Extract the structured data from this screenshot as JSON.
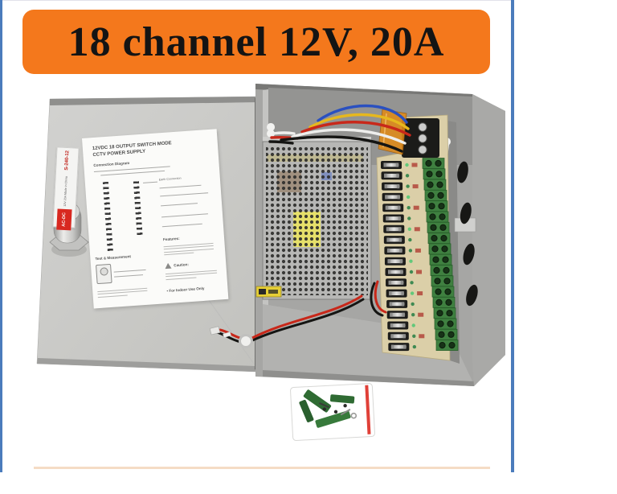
{
  "banner": {
    "text": "18 channel 12V, 20A"
  },
  "colors": {
    "banner_bg": "#f4781c",
    "banner_text": "#141414",
    "frame_blue": "#4b7cbc",
    "bottom_rule": "#f5dcc5",
    "lid_gray": "#cbcbc9",
    "lid_edge": "#8f8f8d",
    "box_mid": "#a6a6a4",
    "box_back": "#949492",
    "box_rim": "#787876",
    "hinge": "#70706e",
    "floor": "#b2b2b0",
    "psu_silver": "#b7b7b5",
    "psu_hole": "#30302e",
    "pcb_tan": "#dbcfa8",
    "terminal_green": "#3f8040",
    "fuse_black": "#1d1d1b",
    "led_green": "#62c87a",
    "diode_red": "#b85a4a",
    "wire_red": "#c8281a",
    "wire_black": "#151513",
    "wire_blue": "#2a50c0",
    "wire_yellow": "#e6b81e",
    "wire_white": "#eeeeec",
    "amber_cover": "#e08a18",
    "sticker_yellow": "#e6cf35",
    "bag_seal": "#e04038"
  },
  "instruction_sheet": {
    "title_line1": "12VDC 18 OUTPUT SWITCH MODE",
    "title_line2": "CCTV POWER SUPPLY",
    "connection_heading": "Connection Diagram",
    "diagram_label": "Earth Connection",
    "test_heading": "Test & Measurement",
    "features_heading": "Features:",
    "caution_heading": "Caution:",
    "indoor_note": "For Indoor Use Only"
  },
  "side_label": {
    "logo": "AC-DC",
    "model": "S-240-12",
    "spec": "12V 20A Made in China"
  },
  "board": {
    "channels": 18
  },
  "right_wall": {
    "holes": 4
  }
}
